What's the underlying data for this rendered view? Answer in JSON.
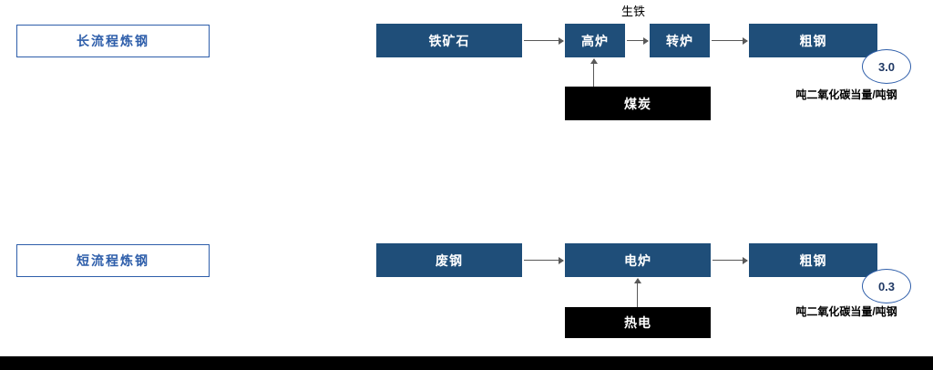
{
  "colors": {
    "node_blue": "#1F4E79",
    "node_black": "#000000",
    "outline_blue": "#2E5EAA",
    "arrow_gray": "#595959",
    "value_text": "#1F3864"
  },
  "long_process": {
    "label": "长流程炼钢",
    "nodes": [
      "铁矿石",
      "高炉",
      "转炉",
      "粗钢"
    ],
    "pig_iron_label": "生铁",
    "input_label": "煤炭",
    "emission_value": "3.0",
    "emission_unit": "吨二氧化碳当量/吨钢"
  },
  "short_process": {
    "label": "短流程炼钢",
    "nodes": [
      "废钢",
      "电炉",
      "粗钢"
    ],
    "input_label": "热电",
    "emission_value": "0.3",
    "emission_unit": "吨二氧化碳当量/吨钢"
  }
}
